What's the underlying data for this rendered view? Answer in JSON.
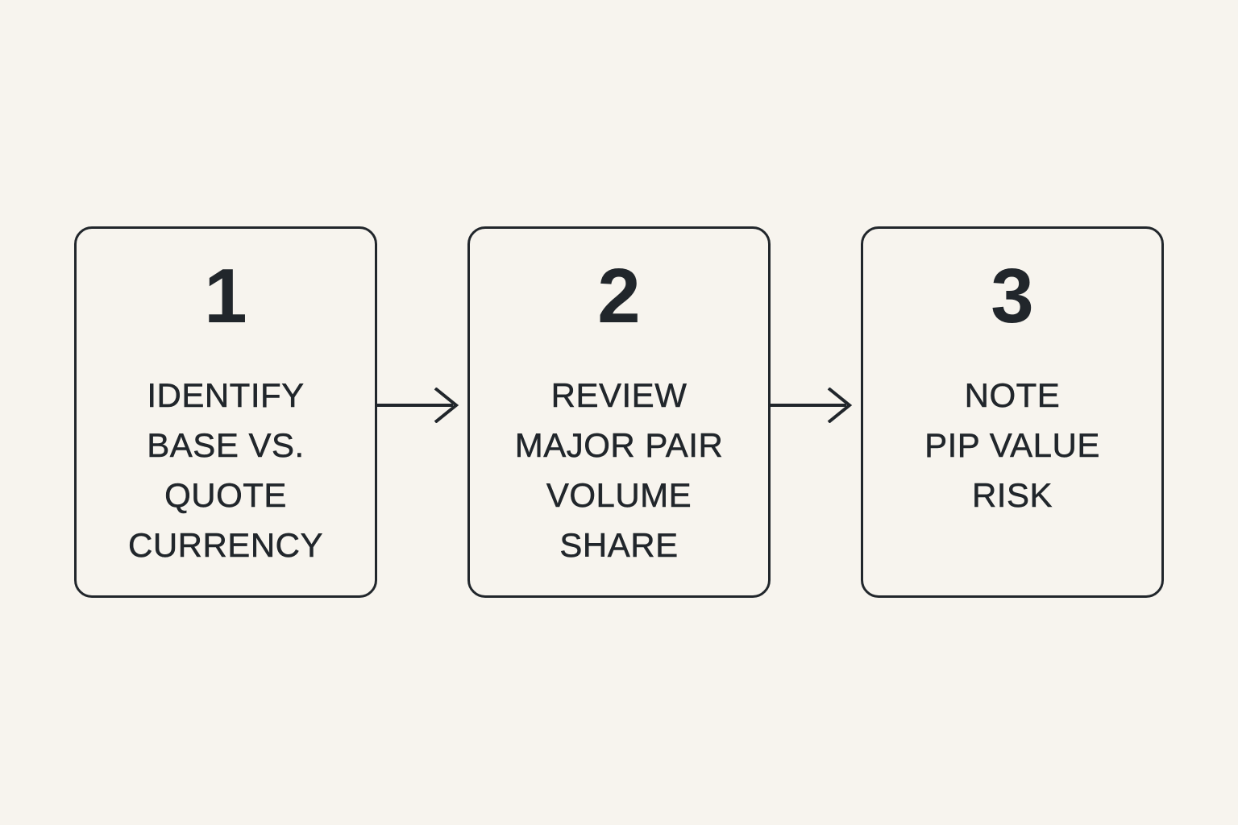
{
  "diagram": {
    "steps": [
      {
        "number": "1",
        "label": "IDENTIFY\nBASE VS.\nQUOTE\nCURRENCY"
      },
      {
        "number": "2",
        "label": "REVIEW\nMAJOR PAIR\nVOLUME\nSHARE"
      },
      {
        "number": "3",
        "label": "NOTE\nPIP VALUE\nRISK"
      }
    ],
    "connectors": [
      {
        "icon": "arrow-right-icon"
      },
      {
        "icon": "arrow-right-icon"
      }
    ],
    "colors": {
      "background": "#f7f4ee",
      "stroke": "#21262b",
      "text": "#21262b"
    }
  }
}
